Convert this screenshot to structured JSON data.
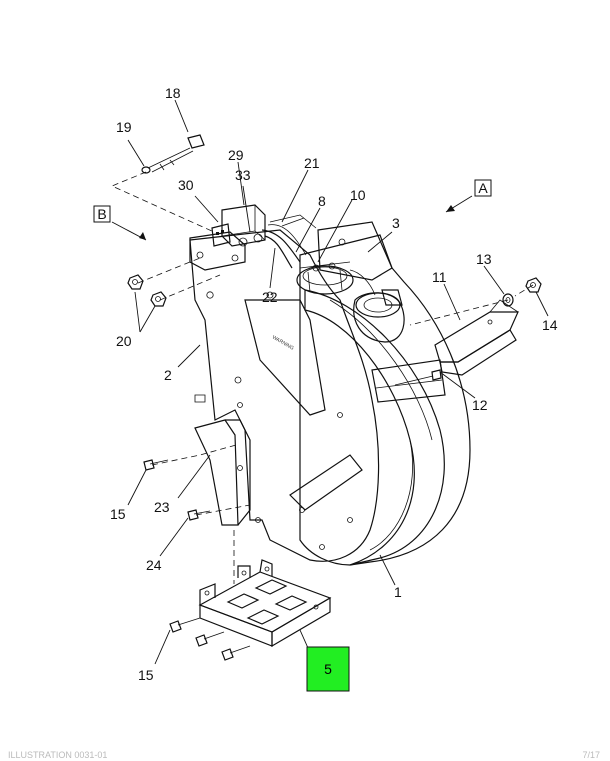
{
  "diagram": {
    "callouts": {
      "c1": "1",
      "c2": "2",
      "c3": "3",
      "c8": "8",
      "c10": "10",
      "c11": "11",
      "c12": "12",
      "c13": "13",
      "c14": "14",
      "c15a": "15",
      "c15b": "15",
      "c18": "18",
      "c19": "19",
      "c20": "20",
      "c21": "21",
      "c22": "22",
      "c23": "23",
      "c24": "24",
      "c29": "29",
      "c30": "30",
      "c33": "33"
    },
    "view_labels": {
      "a": "A",
      "b": "B"
    },
    "highlight_label": "5",
    "highlight_color": "#22ee22",
    "footer_left": "ILLUSTRATION 0031-01",
    "footer_right": "7/17"
  }
}
